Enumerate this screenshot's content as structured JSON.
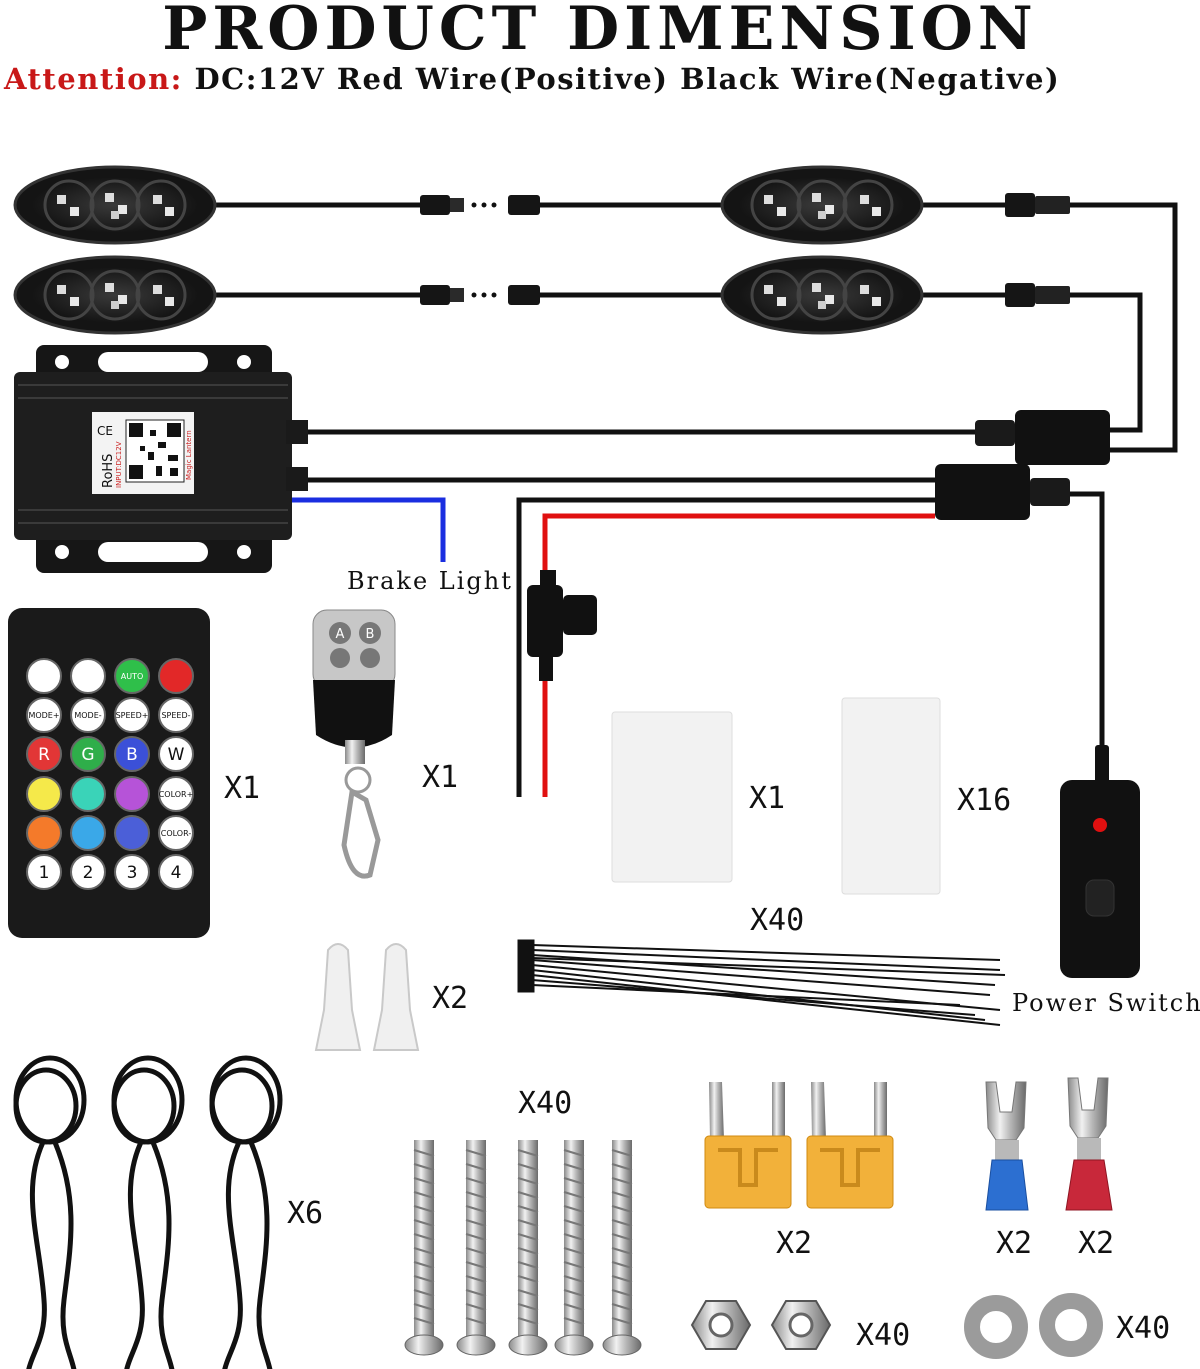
{
  "header": {
    "title": "PRODUCT DIMENSION",
    "attention_label": "Attention:",
    "attention_text": "DC:12V Red Wire(Positive) Black Wire(Negative)"
  },
  "controller": {
    "label_ce": "CE",
    "label_rohs": "RoHS",
    "label_input": "INPUT:DC12V",
    "label_brand": "Magic Lantern"
  },
  "labels": {
    "brake_light": "Brake Light",
    "power_switch": "Power Switch"
  },
  "remote": {
    "buttons_row1": [
      "",
      "",
      "AUTO",
      ""
    ],
    "buttons_row2": [
      "MODE+",
      "MODE-",
      "SPEED+",
      "SPEED-"
    ],
    "buttons_row3": [
      "R",
      "G",
      "B",
      "W"
    ],
    "buttons_row4_last": "COLOR+",
    "buttons_row5_last": "COLOR-",
    "music_numbers": [
      "1",
      "2",
      "3",
      "4"
    ]
  },
  "key_fob": {
    "buttons": [
      "A",
      "B",
      "",
      ""
    ]
  },
  "quantities": {
    "ir_remote": "X1",
    "key_fob": "X1",
    "pad_small": "X1",
    "pad_large": "X16",
    "cable_ties": "X40",
    "wire_caps": "X2",
    "extension_cables": "X6",
    "screws": "X40",
    "fuses": "X2",
    "blue_terminal": "X2",
    "red_terminal": "X2",
    "nuts": "X40",
    "washers": "X40"
  },
  "colors": {
    "wire_black": "#111111",
    "wire_red": "#e01010",
    "wire_blue": "#1a2ee0",
    "fuse_amber": "#f2b13a",
    "terminal_blue": "#2c6fd1",
    "terminal_red": "#c8283a"
  }
}
